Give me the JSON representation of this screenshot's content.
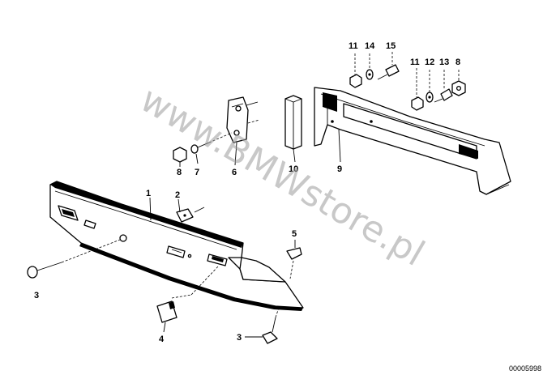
{
  "diagram": {
    "callouts": {
      "c1": "1",
      "c2": "2",
      "c3a": "3",
      "c3b": "3",
      "c4": "4",
      "c5": "5",
      "c6": "6",
      "c7": "7",
      "c8a": "8",
      "c8b": "8",
      "c9": "9",
      "c10": "10",
      "c11a": "11",
      "c11b": "11",
      "c12": "12",
      "c13": "13",
      "c14": "14",
      "c15": "15"
    },
    "watermark": "www.BMWstore.pl",
    "drawing_number": "00005998"
  }
}
